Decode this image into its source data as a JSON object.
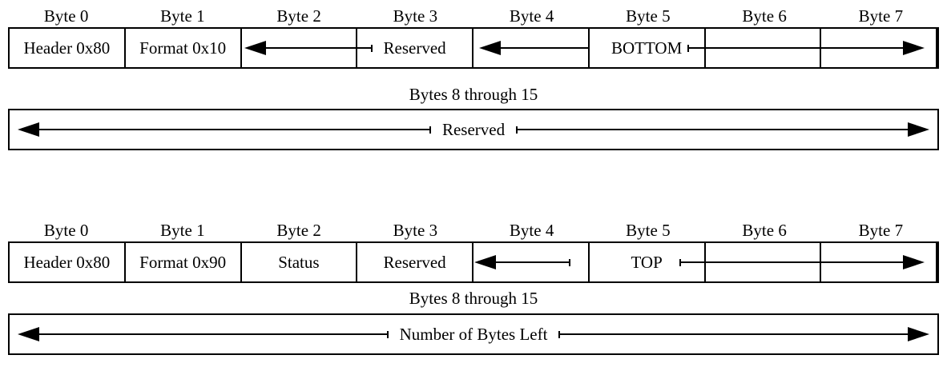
{
  "sections": [
    {
      "byte_headers": [
        "Byte 0",
        "Byte 1",
        "Byte 2",
        "Byte 3",
        "Byte 4",
        "Byte 5",
        "Byte 6",
        "Byte 7"
      ],
      "cells": {
        "byte0": "Header 0x80",
        "byte1": "Format 0x10",
        "byte3": "Reserved",
        "byte5": "BOTTOM"
      },
      "range_label": "Bytes 8 through 15",
      "range_value": "Reserved"
    },
    {
      "byte_headers": [
        "Byte 0",
        "Byte 1",
        "Byte 2",
        "Byte 3",
        "Byte 4",
        "Byte 5",
        "Byte 6",
        "Byte 7"
      ],
      "cells": {
        "byte0": "Header 0x80",
        "byte1": "Format 0x90",
        "byte2": "Status",
        "byte3": "Reserved",
        "byte5": "TOP"
      },
      "range_label": "Bytes 8 through 15",
      "range_value": "Number of Bytes Left"
    }
  ],
  "colors": {
    "ink": "#000000",
    "background": "#ffffff"
  }
}
